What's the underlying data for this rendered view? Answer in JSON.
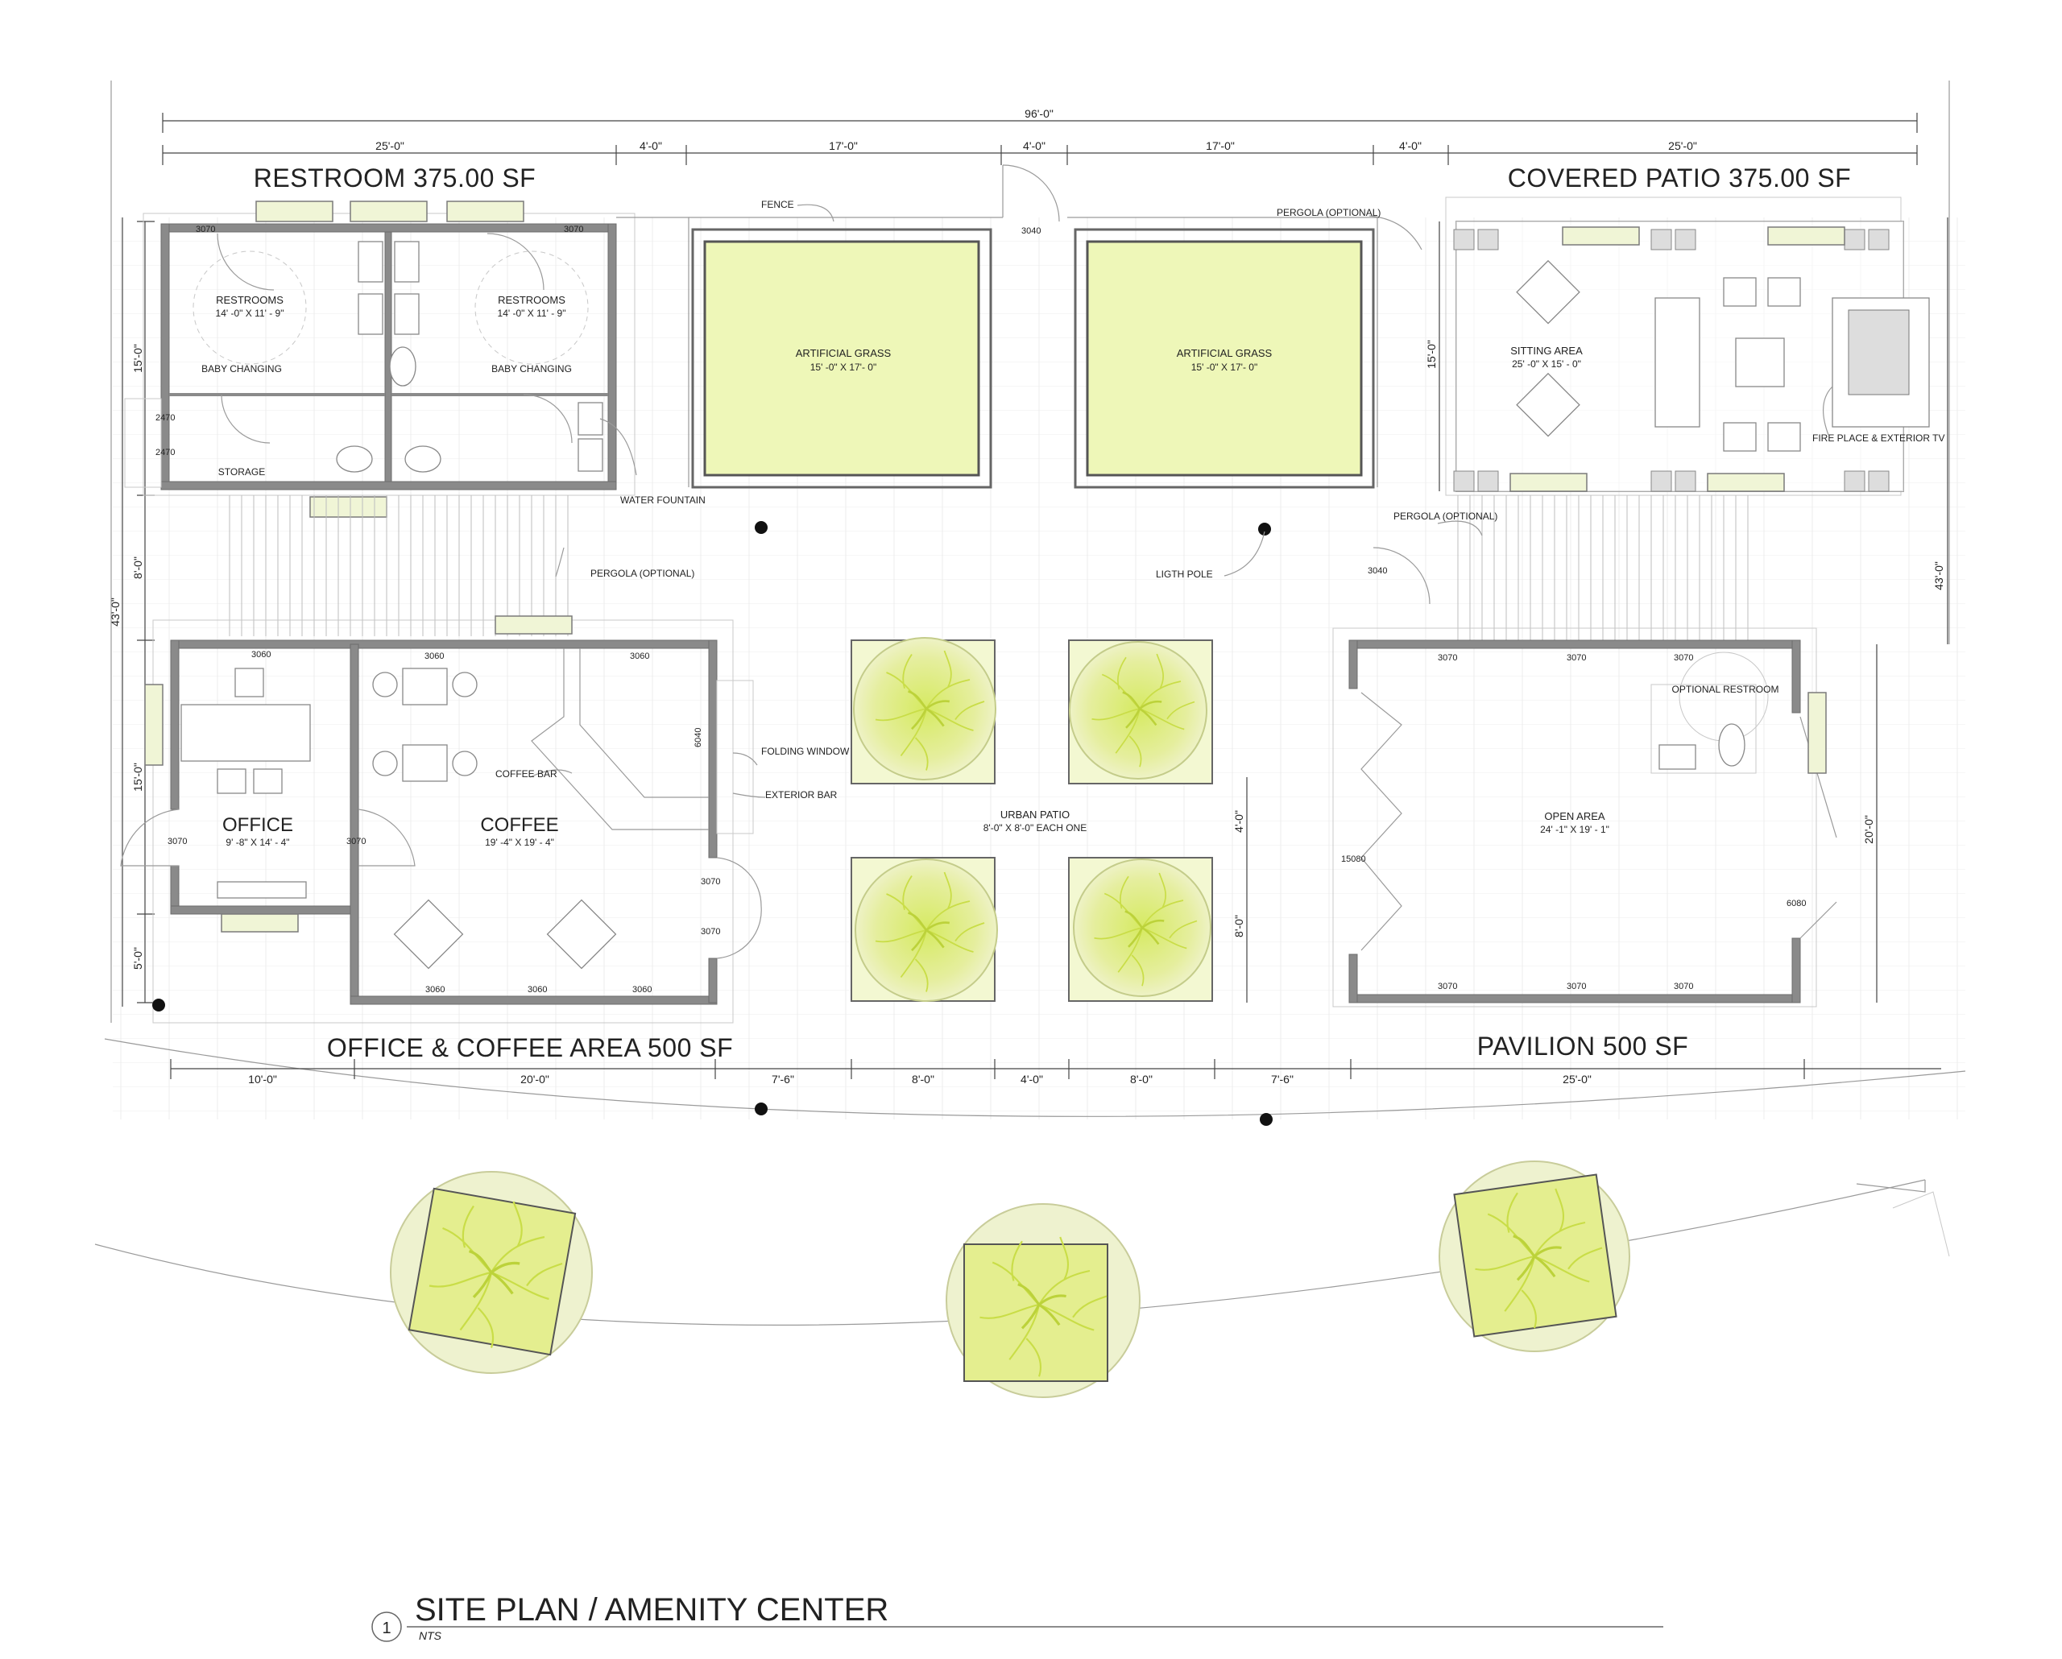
{
  "rooms": {
    "restroom_title": "RESTROOM 375.00 SF",
    "covered_patio_title": "COVERED PATIO 375.00 SF",
    "office_coffee_title": "OFFICE & COFFEE AREA  500 SF",
    "pavilion_title": "PAVILION  500 SF",
    "office": {
      "name": "OFFICE",
      "size": "9' -8\" X 14' - 4\""
    },
    "coffee": {
      "name": "COFFEE",
      "size": "19' -4\" X 19' - 4\""
    },
    "restrooms_left": {
      "name": "RESTROOMS",
      "size": "14' -0\" X 11' - 9\""
    },
    "restrooms_right": {
      "name": "RESTROOMS",
      "size": "14' -0\" X 11' - 9\""
    },
    "baby_changing": "BABY CHANGING",
    "storage": "STORAGE",
    "artificial_grass_1": {
      "name": "ARTIFICIAL GRASS",
      "size": "15' -0\" X 17'- 0\""
    },
    "artificial_grass_2": {
      "name": "ARTIFICIAL GRASS",
      "size": "15' -0\" X 17'- 0\""
    },
    "sitting_area": {
      "name": "SITTING AREA",
      "size": "25' -0\" X 15' - 0\""
    },
    "open_area": {
      "name": "OPEN AREA",
      "size": "24' -1\" X 19' - 1\""
    },
    "urban_patio": {
      "name": "URBAN PATIO",
      "size": "8'-0\" X 8'-0\" EACH ONE"
    },
    "optional_restroom": "OPTIONAL RESTROOM"
  },
  "notes": {
    "fence": "FENCE",
    "pergola_optional": "PERGOLA (OPTIONAL)",
    "pergola_optional_stacked": "PERGOLA (OPTIONAL)",
    "water_fountain": "WATER FOUNTAIN",
    "light_pole": "LIGTH POLE",
    "coffee_bar": "COFFEE BAR",
    "folding_window": "FOLDING WINDOW",
    "exterior_bar": "EXTERIOR BAR",
    "fireplace": "FIRE PLACE & EXTERIOR TV"
  },
  "door_tags": [
    "3070",
    "3060",
    "3040",
    "2470",
    "6040",
    "15080",
    "6080"
  ],
  "dimensions": {
    "overall_width": "96'-0\"",
    "top": [
      "25'-0\"",
      "4'-0\"",
      "17'-0\"",
      "4'-0\"",
      "17'-0\"",
      "4'-0\"",
      "25'-0\""
    ],
    "bottom": [
      "10'-0\"",
      "20'-0\"",
      "7'-6\"",
      "8'-0\"",
      "4'-0\"",
      "8'-0\"",
      "7'-6\"",
      "25'-0\""
    ],
    "left": [
      "15'-0\"",
      "8'-0\"",
      "15'-0\"",
      "5'-0\""
    ],
    "left_overall": "43'-0\"",
    "right_overall": "43'-0\"",
    "right_patio": "15'-0\"",
    "right_pavilion": "20'-0\"",
    "patio_vertical": [
      "4'-0\"",
      "8'-0\""
    ]
  },
  "caption": {
    "number": "1",
    "title": "SITE PLAN / AMENITY CENTER",
    "scale": "NTS"
  },
  "colors": {
    "grass": "#eef7b8",
    "tree": "#e4ee9a",
    "wall": "#8a8a8a"
  }
}
